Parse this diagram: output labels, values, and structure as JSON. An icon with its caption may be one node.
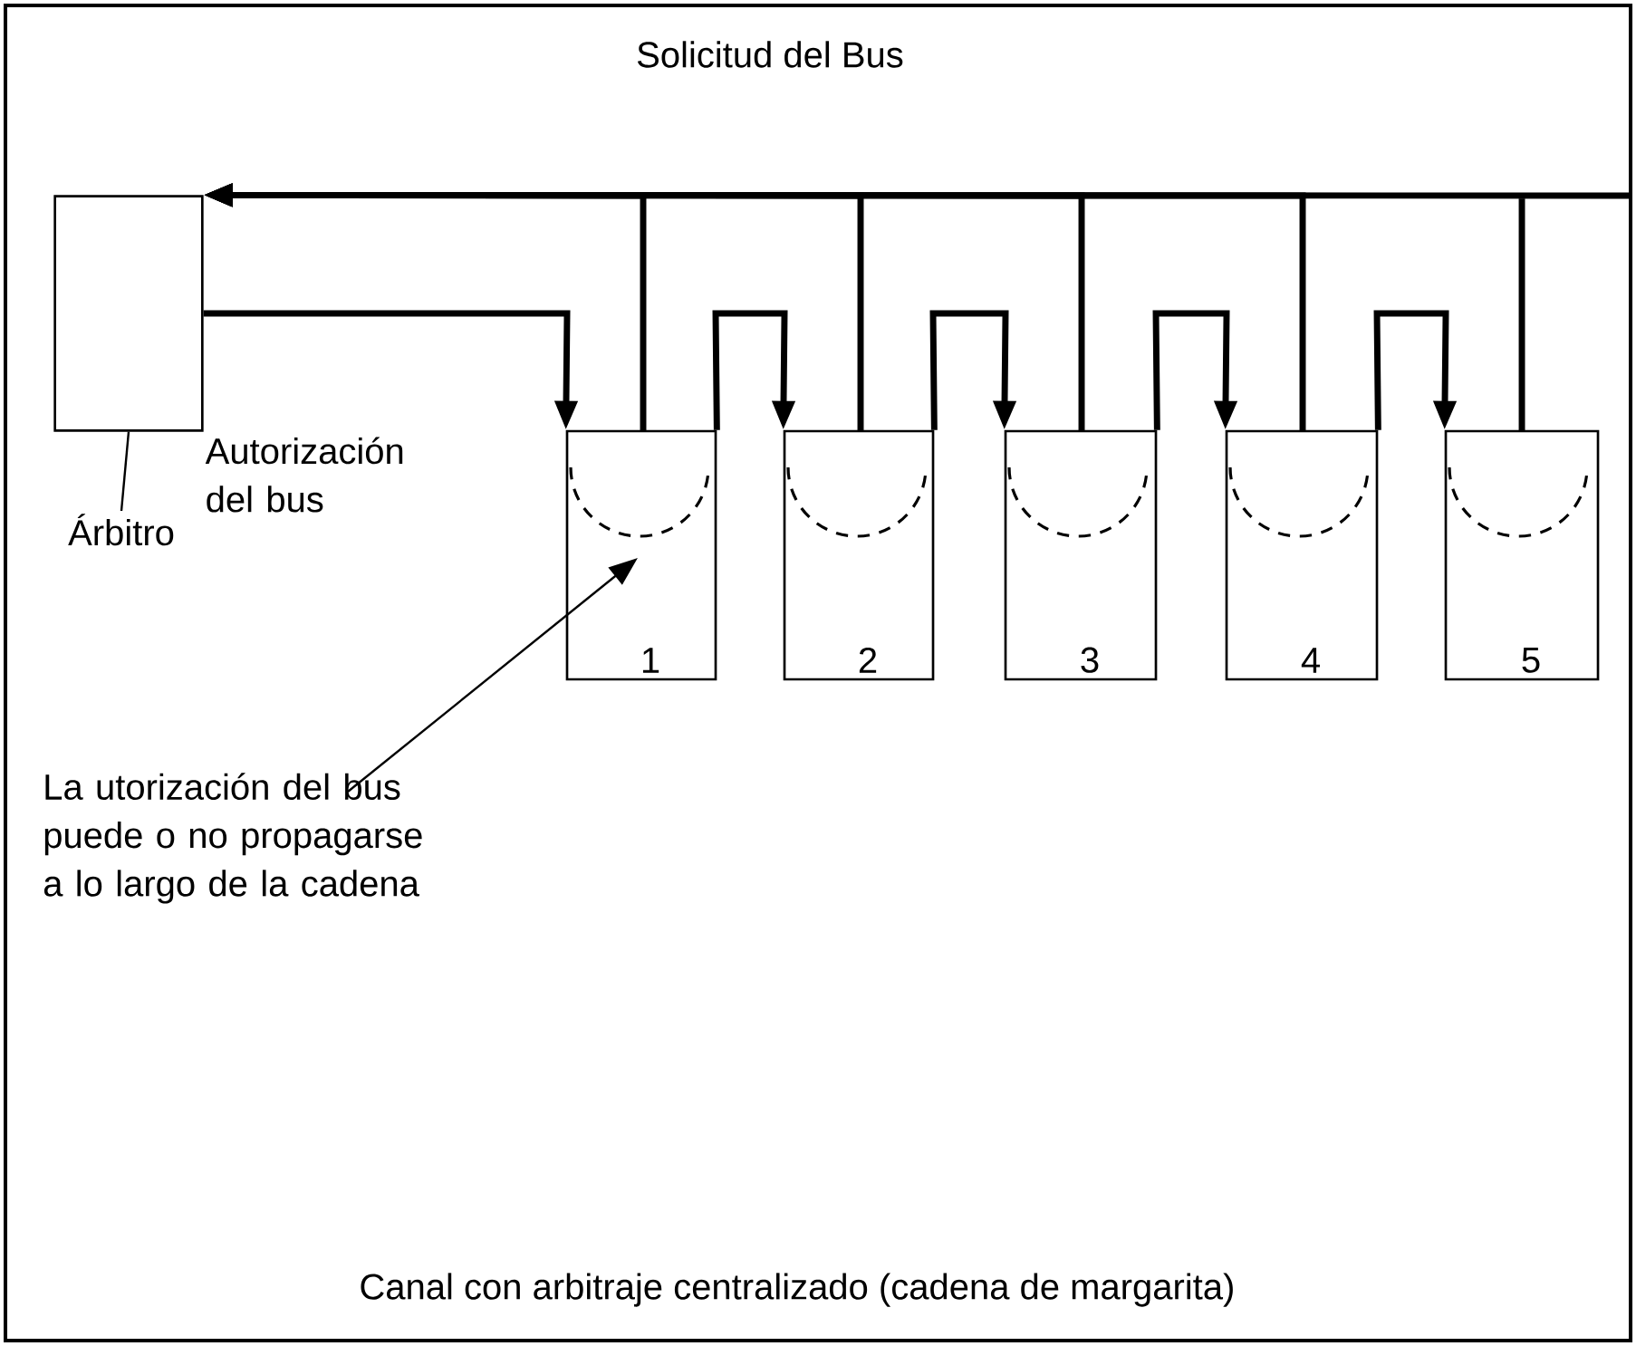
{
  "diagram": {
    "caption": "Canal con arbitraje centralizado (cadena de margarita)",
    "nodes": [
      {
        "text": [],
        "shape": "box"
      },
      {
        "text": [
          "Árbitro"
        ]
      },
      {
        "text": [
          "1"
        ]
      },
      {
        "text": [
          "2"
        ]
      },
      {
        "text": [
          "3"
        ]
      },
      {
        "text": [
          "4"
        ]
      },
      {
        "text": [
          "5"
        ]
      },
      {
        "text": [
          "La utorización del bus puede o no propagarse a lo largo de la cadena"
        ]
      }
    ],
    "edges": [
      {
        "from": 0,
        "to": 2,
        "arrow": "to",
        "label": "Autorización del bus"
      },
      {
        "from": 2,
        "to": 3,
        "arrow": "to"
      },
      {
        "from": 3,
        "to": 4,
        "arrow": "to"
      },
      {
        "from": 4,
        "to": 5,
        "arrow": "to"
      },
      {
        "from": 5,
        "to": 6,
        "arrow": "to"
      },
      {
        "from": 2,
        "to": 0,
        "arrow": "to"
      },
      {
        "from": 3,
        "to": 0,
        "arrow": "to"
      },
      {
        "from": 4,
        "to": 0,
        "arrow": "to"
      },
      {
        "from": 5,
        "to": 0,
        "arrow": "to"
      },
      {
        "from": 6,
        "to": 0,
        "arrow": "to"
      },
      {
        "from": 0,
        "to": 1,
        "arrow": "none"
      },
      {
        "from": 7,
        "to": 2,
        "arrow": "to"
      }
    ],
    "labels": [
      "Solicitud del Bus"
    ]
  }
}
